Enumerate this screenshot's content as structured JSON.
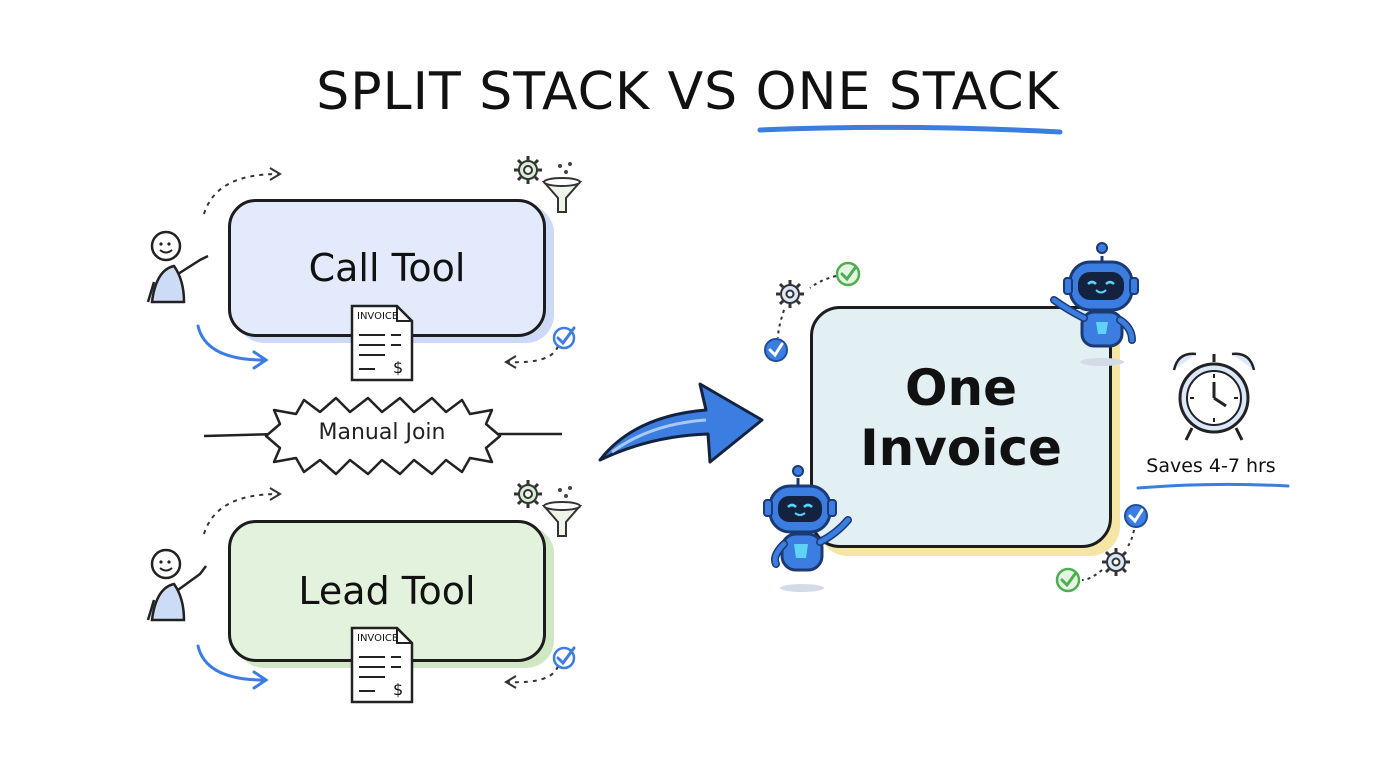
{
  "title": "SPLIT STACK VS ONE STACK",
  "colors": {
    "accent_blue": "#3b7de0",
    "call_tool_fill": "#e3eafc",
    "lead_tool_fill": "#e3f2dc",
    "one_invoice_fill": "#e2f0f4",
    "check_green": "#4caf50"
  },
  "split_stack": {
    "call_tool": {
      "label": "Call Tool",
      "invoice_word": "INVOICE",
      "invoice_currency": "$"
    },
    "manual_join": {
      "label": "Manual Join"
    },
    "lead_tool": {
      "label": "Lead Tool",
      "invoice_word": "INVOICE",
      "invoice_currency": "$"
    }
  },
  "one_stack": {
    "label_line1": "One",
    "label_line2": "Invoice",
    "savings": "Saves 4-7 hrs"
  },
  "icons": [
    "person-icon",
    "gear-icon",
    "funnel-icon",
    "check-icon",
    "invoice-icon",
    "robot-icon",
    "alarm-clock-icon",
    "big-arrow-icon"
  ]
}
